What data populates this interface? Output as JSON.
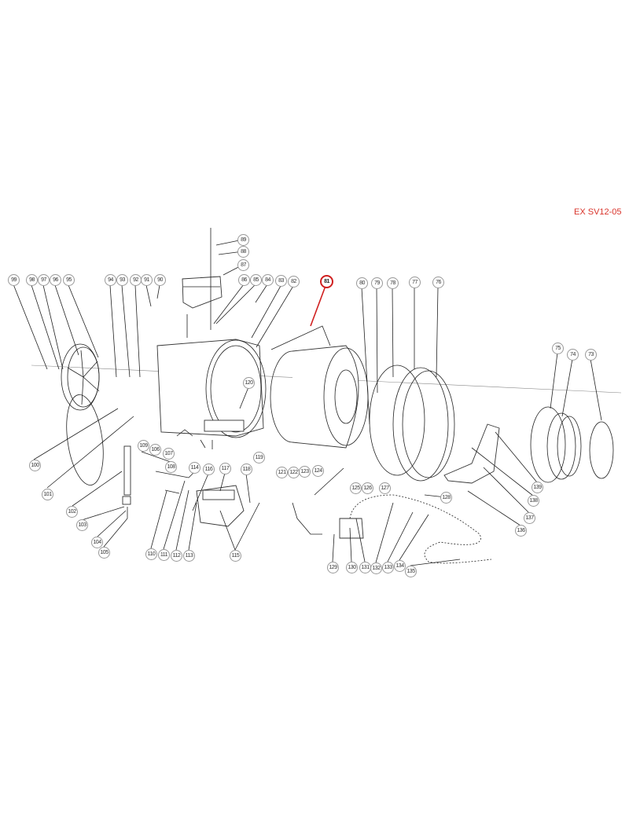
{
  "drawing_code": "EX SV12-05",
  "callouts": {
    "c89": "89",
    "c88": "88",
    "c87": "87",
    "c99": "99",
    "c98": "98",
    "c97": "97",
    "c96": "96",
    "c95": "95",
    "c94": "94",
    "c93": "93",
    "c92": "92",
    "c91": "91",
    "c90": "90",
    "c86": "86",
    "c85": "85",
    "c84": "84",
    "c83": "83",
    "c82": "82",
    "c81": "81",
    "c80": "80",
    "c79": "79",
    "c78": "78",
    "c77": "77",
    "c76": "76",
    "c75": "75",
    "c74": "74",
    "c73": "73",
    "c100": "100",
    "c101": "101",
    "c102": "102",
    "c103": "103",
    "c104": "104",
    "c105": "105",
    "c106": "106",
    "c107": "107",
    "c108": "108",
    "c109": "109",
    "c110": "110",
    "c111": "111",
    "c112": "112",
    "c113": "113",
    "c114": "114",
    "c115": "115",
    "c116": "116",
    "c117": "117",
    "c118": "118",
    "c119": "119",
    "c120": "120",
    "c121": "121",
    "c122": "122",
    "c123": "123",
    "c124": "124",
    "c125": "125",
    "c126": "126",
    "c127": "127",
    "c128": "128",
    "c129": "129",
    "c130": "130",
    "c131": "131",
    "c132": "132",
    "c133": "133",
    "c134": "134",
    "c135": "135",
    "c136": "136",
    "c137": "137",
    "c138": "138",
    "c139": "139"
  },
  "colors": {
    "highlight": "#d02020",
    "code": "#d9342b"
  }
}
